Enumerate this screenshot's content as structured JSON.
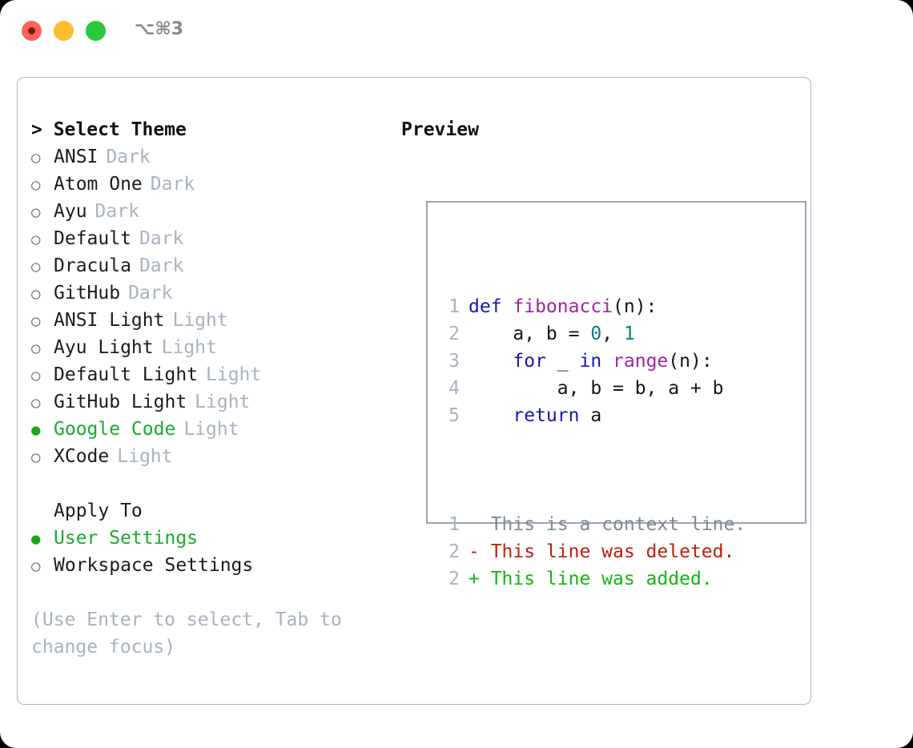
{
  "window": {
    "shortcut": "⌥⌘3",
    "traffic_lights": [
      "close-red",
      "minimize-yellow",
      "maximize-green"
    ]
  },
  "colors": {
    "accent_green": "#17ab2e",
    "muted": "#a8b2c0",
    "border": "#aeb7c4",
    "preview_border": "#9aa5b4",
    "keyword": "#1818b0",
    "function": "#a0259a",
    "number": "#0d7b7b",
    "diff_add": "#10b810",
    "diff_del": "#c01c0e",
    "diff_ctx": "#808a92"
  },
  "theme_panel": {
    "header": "> Select Theme",
    "marker_selected": "●",
    "marker_unselected": "○",
    "items": [
      {
        "name": "ANSI",
        "kind": "Dark",
        "selected": false
      },
      {
        "name": "Atom One",
        "kind": "Dark",
        "selected": false
      },
      {
        "name": "Ayu",
        "kind": "Dark",
        "selected": false
      },
      {
        "name": "Default",
        "kind": "Dark",
        "selected": false
      },
      {
        "name": "Dracula",
        "kind": "Dark",
        "selected": false
      },
      {
        "name": "GitHub",
        "kind": "Dark",
        "selected": false
      },
      {
        "name": "ANSI Light",
        "kind": "Light",
        "selected": false
      },
      {
        "name": "Ayu Light",
        "kind": "Light",
        "selected": false
      },
      {
        "name": "Default Light",
        "kind": "Light",
        "selected": false
      },
      {
        "name": "GitHub Light",
        "kind": "Light",
        "selected": false
      },
      {
        "name": "Google Code",
        "kind": "Light",
        "selected": true
      },
      {
        "name": "XCode",
        "kind": "Light",
        "selected": false
      }
    ]
  },
  "apply_to": {
    "header": "Apply To",
    "options": [
      {
        "name": "User Settings",
        "selected": true
      },
      {
        "name": "Workspace Settings",
        "selected": false
      }
    ]
  },
  "hint": "(Use Enter to select, Tab to change focus)",
  "preview": {
    "header": "Preview",
    "code_lines": [
      {
        "num": "1",
        "tokens": [
          {
            "t": "def ",
            "c": "kw"
          },
          {
            "t": "fibonacci",
            "c": "fn"
          },
          {
            "t": "(n):",
            "c": "plain"
          }
        ]
      },
      {
        "num": "2",
        "tokens": [
          {
            "t": "    a, b = ",
            "c": "plain"
          },
          {
            "t": "0",
            "c": "num"
          },
          {
            "t": ", ",
            "c": "plain"
          },
          {
            "t": "1",
            "c": "num"
          }
        ]
      },
      {
        "num": "3",
        "tokens": [
          {
            "t": "    ",
            "c": "plain"
          },
          {
            "t": "for",
            "c": "kw"
          },
          {
            "t": " _ ",
            "c": "plain"
          },
          {
            "t": "in",
            "c": "kw"
          },
          {
            "t": " ",
            "c": "plain"
          },
          {
            "t": "range",
            "c": "fn"
          },
          {
            "t": "(n):",
            "c": "plain"
          }
        ]
      },
      {
        "num": "4",
        "tokens": [
          {
            "t": "        a, b = b, a + b",
            "c": "plain"
          }
        ]
      },
      {
        "num": "5",
        "tokens": [
          {
            "t": "    ",
            "c": "plain"
          },
          {
            "t": "return",
            "c": "kw"
          },
          {
            "t": " a",
            "c": "plain"
          }
        ]
      }
    ],
    "diff_lines": [
      {
        "num": "1",
        "marker": " ",
        "text": "  This is a context line.",
        "kind": "ctx"
      },
      {
        "num": "2",
        "marker": " ",
        "text": "- This line was deleted.",
        "kind": "del"
      },
      {
        "num": "2",
        "marker": " ",
        "text": "+ This line was added.",
        "kind": "add"
      }
    ]
  }
}
